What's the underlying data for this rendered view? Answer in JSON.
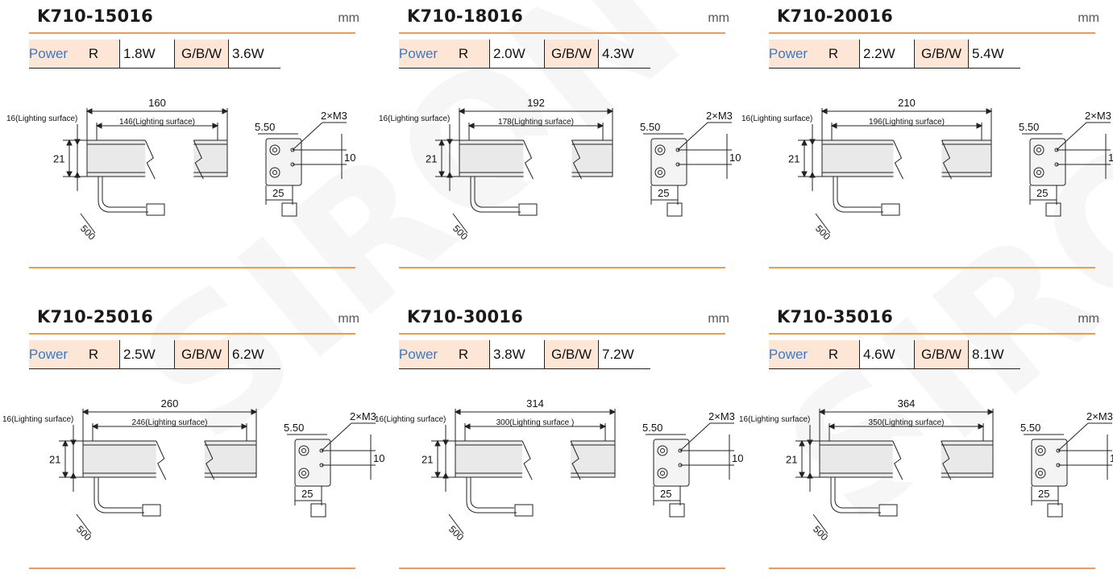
{
  "watermark": "SIRON",
  "common": {
    "unit": "mm",
    "power_label": "Power",
    "r_label": "R",
    "gbw_label": "G/B/W",
    "lighting_height": "16(Lighting surface)",
    "height": "21",
    "offset": "5.50",
    "screws": "2×M3",
    "spacing": "10",
    "width": "25",
    "cable": "500"
  },
  "products": [
    {
      "model": "K710-15016",
      "r_power": "1.8W",
      "gbw_power": "3.6W",
      "length": "160",
      "lighting_length": "146(Lighting surface)"
    },
    {
      "model": "K710-18016",
      "r_power": "2.0W",
      "gbw_power": "4.3W",
      "length": "192",
      "lighting_length": "178(Lighting surface)"
    },
    {
      "model": "K710-20016",
      "r_power": "2.2W",
      "gbw_power": "5.4W",
      "length": "210",
      "lighting_length": "196(Lighting surface)"
    },
    {
      "model": "K710-25016",
      "r_power": "2.5W",
      "gbw_power": "6.2W",
      "length": "260",
      "lighting_length": "246(Lighting surface)"
    },
    {
      "model": "K710-30016",
      "r_power": "3.8W",
      "gbw_power": "7.2W",
      "length": "314",
      "lighting_length": "300(Lighting surface\n)"
    },
    {
      "model": "K710-35016",
      "r_power": "4.6W",
      "gbw_power": "8.1W",
      "length": "364",
      "lighting_length": "350(Lighting surface)"
    }
  ]
}
